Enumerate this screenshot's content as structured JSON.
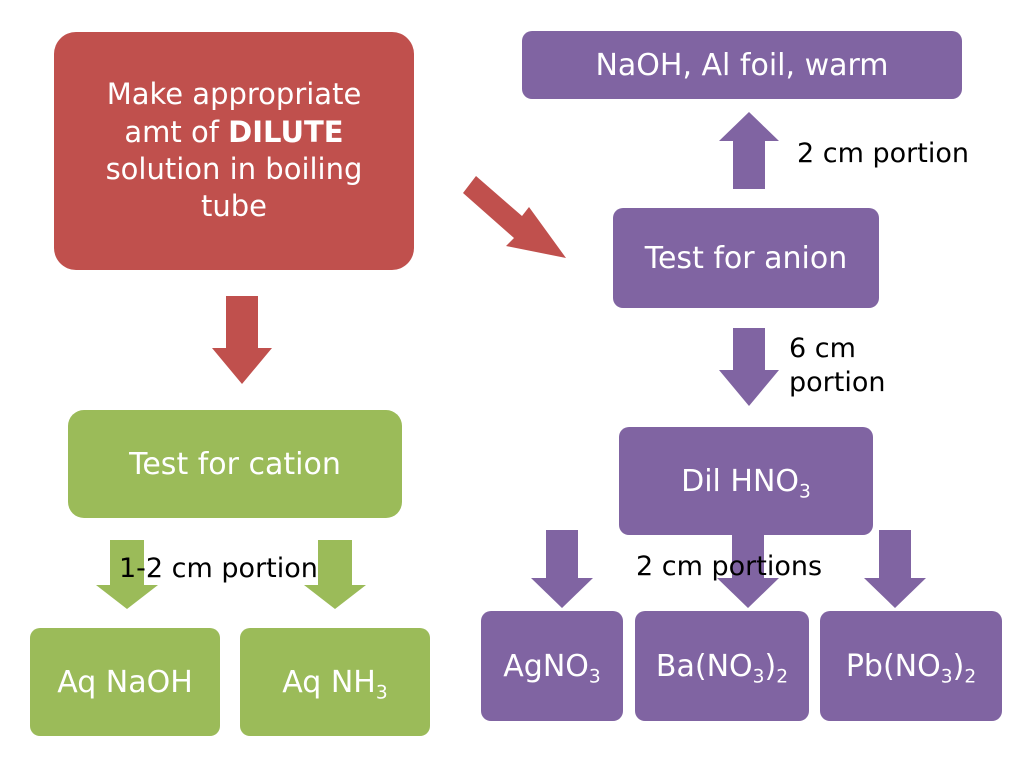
{
  "colors": {
    "red": "#c0504d",
    "green": "#9bbb59",
    "purple": "#8064a2",
    "background": "#ffffff",
    "box_text": "#ffffff",
    "label_text": "#000000"
  },
  "start_box": {
    "line1": "Make appropriate",
    "line2_pre": "amt of ",
    "line2_bold": "DILUTE",
    "line3": "solution in boiling",
    "line4": "tube"
  },
  "cation": {
    "title": "Test for cation",
    "portion_label": "1-2 cm portion",
    "reagents": [
      {
        "text": "Aq NaOH"
      },
      {
        "text": "Aq NH",
        "sub": "3"
      }
    ]
  },
  "anion": {
    "title": "Test for anion",
    "up_label": "2 cm portion",
    "up_reagent": "NaOH, Al foil, warm",
    "down_label_line1": "6 cm",
    "down_label_line2": "portion",
    "acid": {
      "text": "Dil HNO",
      "sub": "3"
    },
    "portions_label": "2 cm portions",
    "reagents": [
      {
        "pre": "AgNO",
        "sub": "3",
        "post": "",
        "sub2": ""
      },
      {
        "pre": "Ba(NO",
        "sub": "3",
        "post": ")",
        "sub2": "2"
      },
      {
        "pre": "Pb(NO",
        "sub": "3",
        "post": ")",
        "sub2": "2"
      }
    ]
  }
}
